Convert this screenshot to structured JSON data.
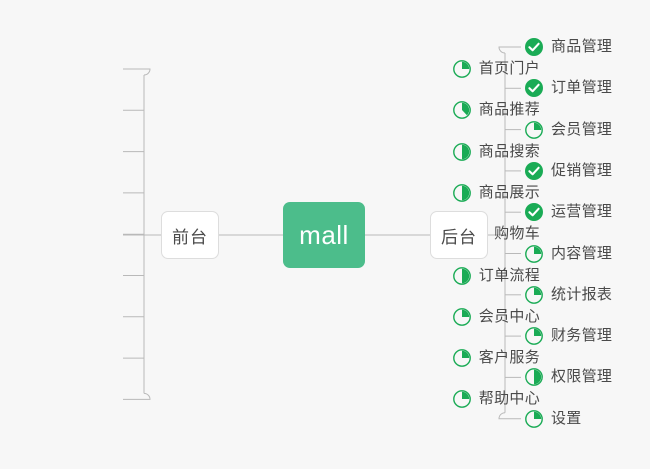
{
  "diagram": {
    "type": "mindmap",
    "background_color": "#f7f7f7",
    "accent_color": "#4cbd8b",
    "icon_color": "#1aab55",
    "connector_color": "#b9b9b9",
    "text_color": "#4a4a4a",
    "root": {
      "label": "mall",
      "style": "filled-green-rounded-rect"
    },
    "branches": [
      {
        "id": "front",
        "label": "前台",
        "side": "left"
      },
      {
        "id": "back",
        "label": "后台",
        "side": "right"
      }
    ],
    "left_items": [
      {
        "label": "首页门户",
        "icon": "pie-progress-icon",
        "progress": 25,
        "status": "in-progress"
      },
      {
        "label": "商品推荐",
        "icon": "pie-progress-icon",
        "progress": 38,
        "status": "in-progress"
      },
      {
        "label": "商品搜索",
        "icon": "pie-progress-icon",
        "progress": 50,
        "status": "in-progress"
      },
      {
        "label": "商品展示",
        "icon": "pie-progress-icon",
        "progress": 50,
        "status": "in-progress"
      },
      {
        "label": "购物车",
        "icon": "pie-progress-icon",
        "progress": 50,
        "status": "in-progress"
      },
      {
        "label": "订单流程",
        "icon": "pie-progress-icon",
        "progress": 50,
        "status": "in-progress"
      },
      {
        "label": "会员中心",
        "icon": "pie-progress-icon",
        "progress": 25,
        "status": "in-progress"
      },
      {
        "label": "客户服务",
        "icon": "pie-progress-icon",
        "progress": 25,
        "status": "in-progress"
      },
      {
        "label": "帮助中心",
        "icon": "pie-progress-icon",
        "progress": 25,
        "status": "in-progress"
      }
    ],
    "right_items": [
      {
        "label": "商品管理",
        "icon": "check-circle-icon",
        "progress": 100,
        "status": "done"
      },
      {
        "label": "订单管理",
        "icon": "check-circle-icon",
        "progress": 100,
        "status": "done"
      },
      {
        "label": "会员管理",
        "icon": "pie-progress-icon",
        "progress": 25,
        "status": "in-progress"
      },
      {
        "label": "促销管理",
        "icon": "check-circle-icon",
        "progress": 100,
        "status": "done"
      },
      {
        "label": "运营管理",
        "icon": "check-circle-icon",
        "progress": 100,
        "status": "done"
      },
      {
        "label": "内容管理",
        "icon": "pie-progress-icon",
        "progress": 25,
        "status": "in-progress"
      },
      {
        "label": "统计报表",
        "icon": "pie-progress-icon",
        "progress": 25,
        "status": "in-progress"
      },
      {
        "label": "财务管理",
        "icon": "pie-progress-icon",
        "progress": 25,
        "status": "in-progress"
      },
      {
        "label": "权限管理",
        "icon": "pie-progress-icon",
        "progress": 50,
        "status": "in-progress"
      },
      {
        "label": "设置",
        "icon": "pie-progress-icon",
        "progress": 25,
        "status": "in-progress"
      }
    ]
  }
}
